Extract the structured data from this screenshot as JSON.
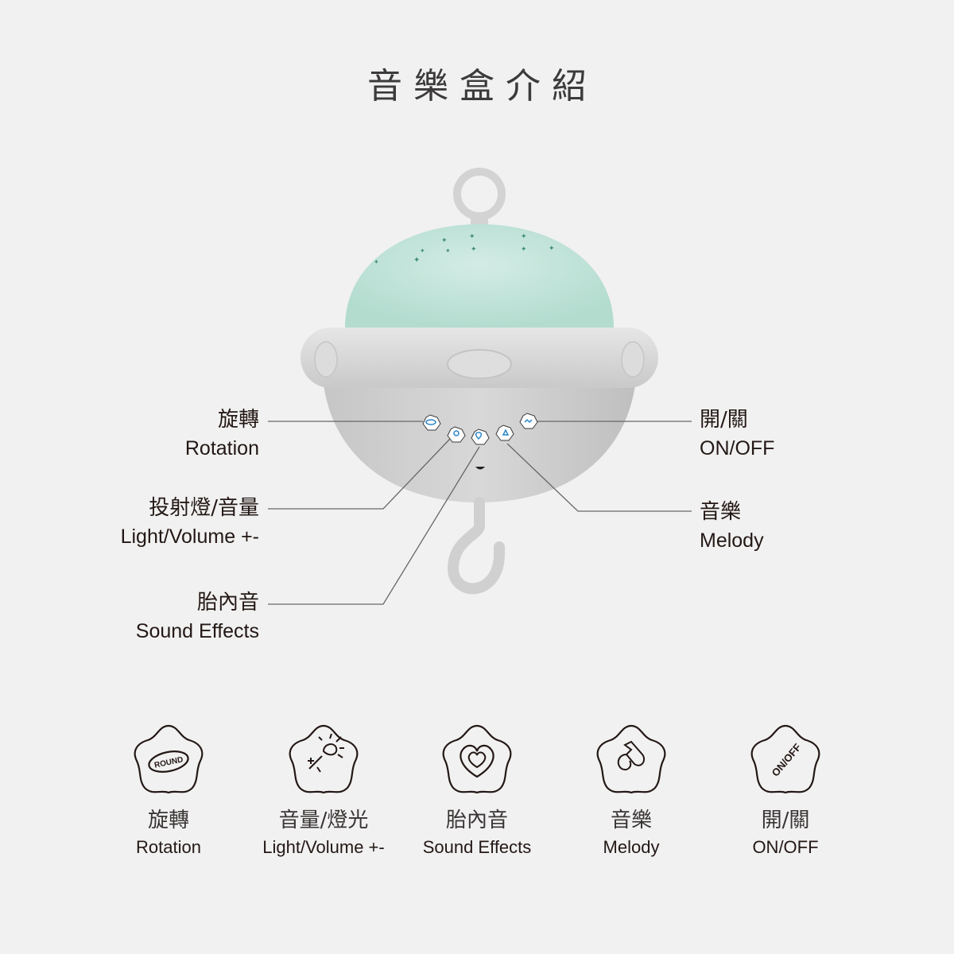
{
  "title": "音樂盒介紹",
  "colors": {
    "background": "#f1f1f1",
    "dome": "#bfe3d8",
    "body": "#d2d2d2",
    "button_icon": "#2a86c8",
    "text": "#231815"
  },
  "callouts": {
    "rotation": {
      "zh": "旋轉",
      "en": "Rotation"
    },
    "light_volume": {
      "zh": "投射燈/音量",
      "en": "Light/Volume +-"
    },
    "sound_effects": {
      "zh": "胎內音",
      "en": "Sound Effects"
    },
    "on_off": {
      "zh": "開/關",
      "en": "ON/OFF"
    },
    "melody": {
      "zh": "音樂",
      "en": "Melody"
    }
  },
  "features": [
    {
      "icon": "round-rotation-icon",
      "icon_text": "ROUND",
      "zh": "旋轉",
      "en": "Rotation"
    },
    {
      "icon": "light-volume-icon",
      "icon_text": "+ -",
      "zh": "音量/燈光",
      "en": "Light/Volume +-"
    },
    {
      "icon": "heart-icon",
      "icon_text": "",
      "zh": "胎內音",
      "en": "Sound Effects"
    },
    {
      "icon": "music-note-icon",
      "icon_text": "",
      "zh": "音樂",
      "en": "Melody"
    },
    {
      "icon": "on-off-icon",
      "icon_text": "ON/OFF",
      "zh": "開/關",
      "en": "ON/OFF"
    }
  ]
}
